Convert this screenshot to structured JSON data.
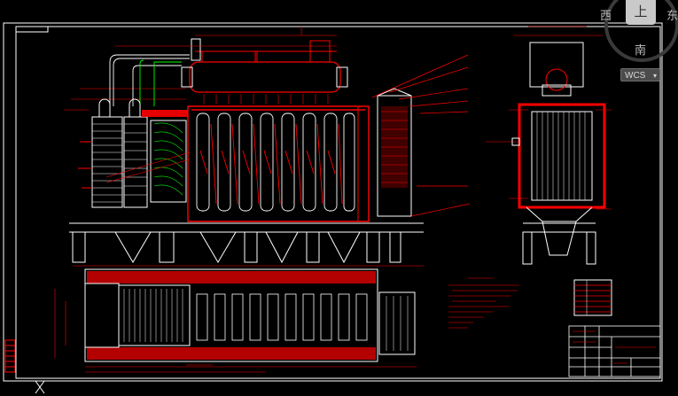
{
  "viewcube": {
    "west": "西",
    "east": "东",
    "south": "南",
    "top_face": "上"
  },
  "wcs_menu": {
    "label": "WCS",
    "caret": "▾"
  },
  "colors": {
    "background": "#000000",
    "drawing_red": "#ff0000",
    "drawing_white": "#ffffff",
    "drawing_green": "#00ff00",
    "drawing_magenta": "#ff00ff"
  },
  "icons": {
    "ucs": "ucs-icon"
  }
}
